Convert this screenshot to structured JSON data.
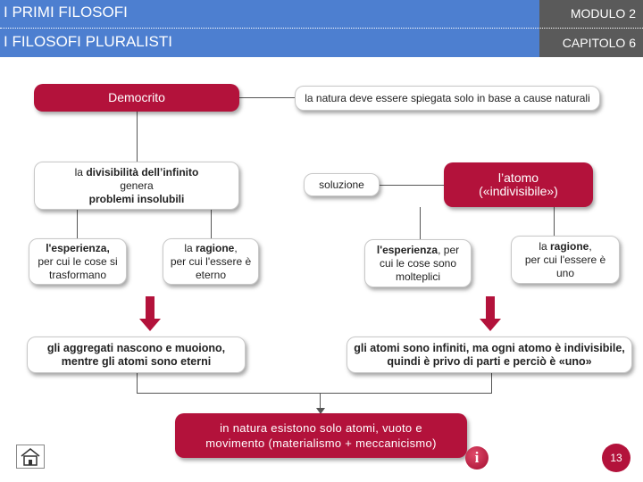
{
  "header": {
    "title": "I PRIMI FILOSOFI",
    "module": "MODULO 2",
    "subtitle": "I FILOSOFI PLURALISTI",
    "chapter": "CAPITOLO 6"
  },
  "nodes": {
    "democrito": "Democrito",
    "natura": "la natura deve essere spiegata solo in base a cause naturali",
    "divisibilita": {
      "a": "la ",
      "b": "divisibilità dell’infinito",
      "c": "genera",
      "d": "problemi insolubili"
    },
    "soluzione": "soluzione",
    "atomo": {
      "a": "l’atomo",
      "b": "(«indivisibile»)"
    },
    "esperienza1": {
      "a": "l'esperienza,",
      "b": "per cui le cose si",
      "c": "trasformano"
    },
    "ragione1": {
      "a": "la ",
      "b": "ragione",
      "c": ",",
      "d": "per cui l'essere è",
      "e": "eterno"
    },
    "esperienza2": {
      "a": "l'esperienza",
      "b": ", per",
      "c": "cui le cose sono",
      "d": "molteplici"
    },
    "ragione2": {
      "a": "la ",
      "b": "ragione",
      "c": ",",
      "d": "per cui l'essere è",
      "e": "uno"
    },
    "aggregati": {
      "a": "gli aggregati nascono e muoiono,",
      "b": "mentre gli atomi sono eterni"
    },
    "atomi_infiniti": {
      "a": "gli atomi sono infiniti, ma ogni atomo è indivisibile,",
      "b": "quindi è privo di parti e perciò è «uno»"
    },
    "natura_atomi": {
      "a": "in natura esistono solo atomi, vuoto e",
      "b": "movimento (materialismo + meccanicismo)"
    }
  },
  "footer": {
    "home_icon": "home-icon",
    "info_icon": "info-icon",
    "info_glyph": "i",
    "page_number": "13"
  },
  "colors": {
    "header_blue": "#4d7fd0",
    "header_gray": "#5a5a5a",
    "accent_red": "#b3123b"
  }
}
